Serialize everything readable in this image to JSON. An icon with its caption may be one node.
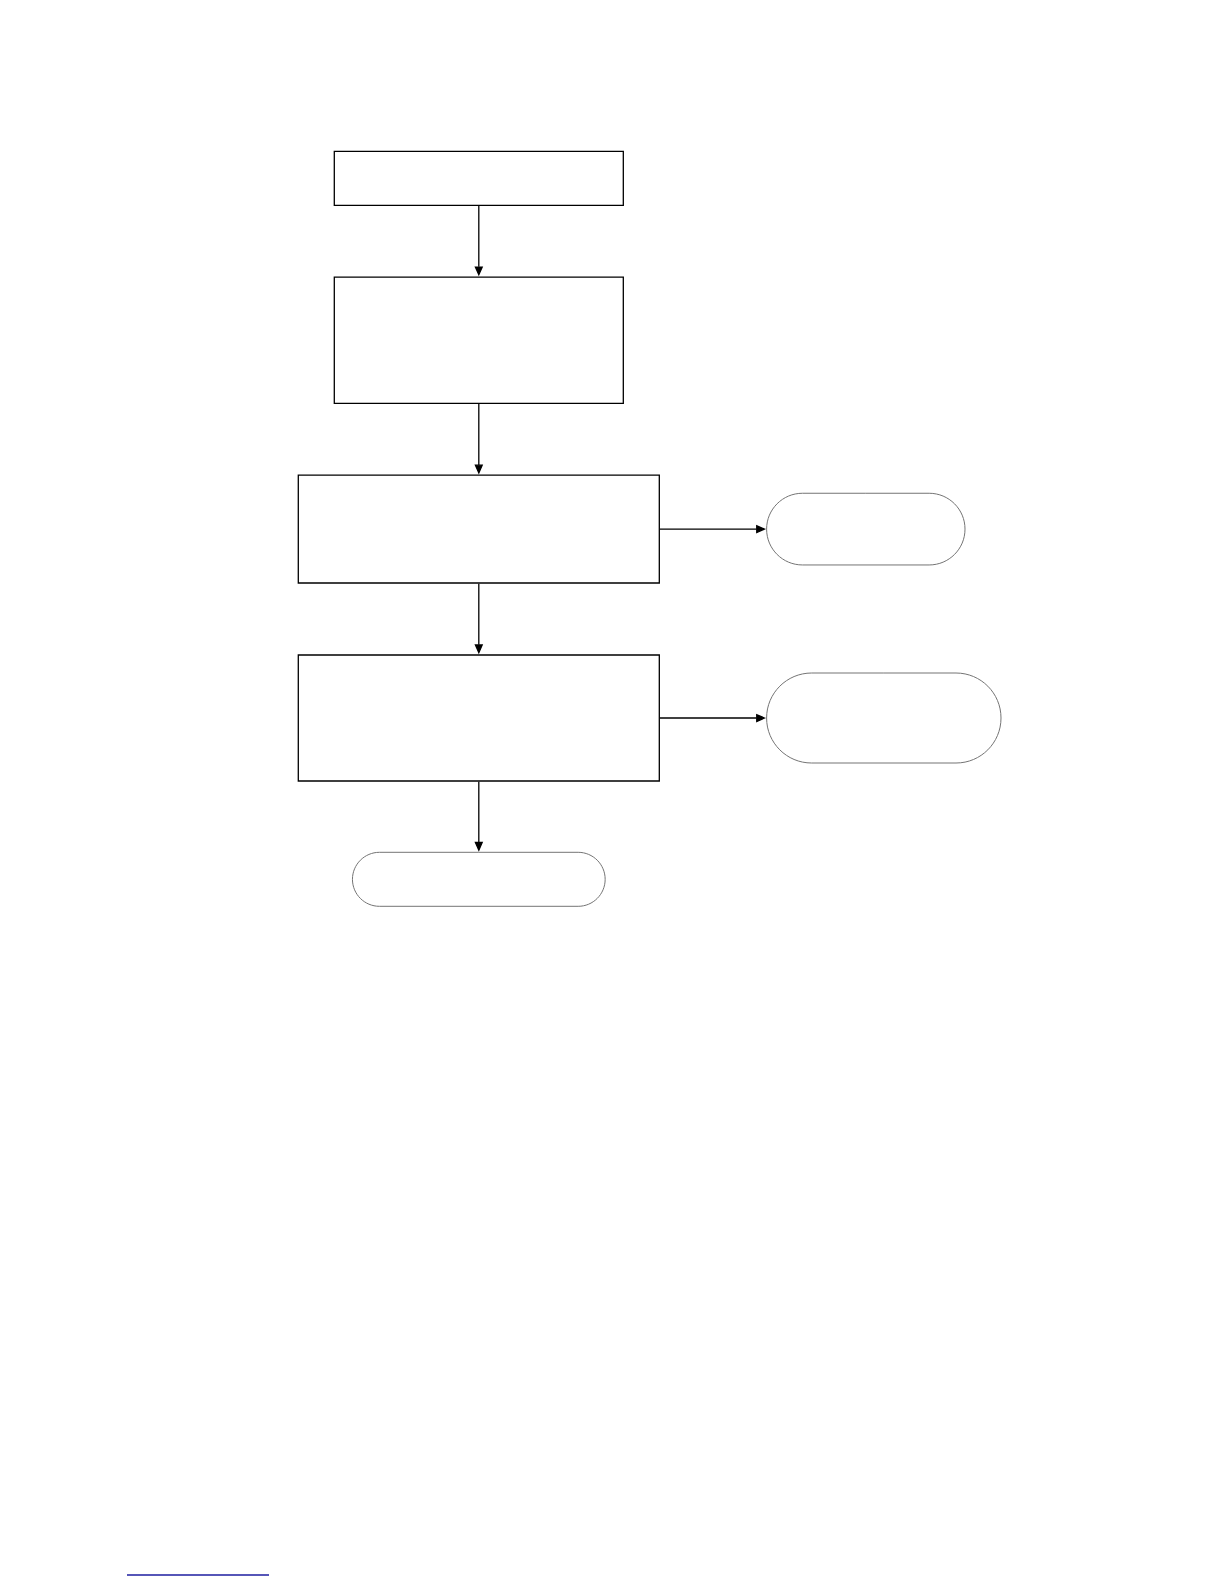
{
  "diagram": {
    "nodes": [
      {
        "text": [],
        "shape": "box"
      },
      {
        "text": [],
        "shape": "box"
      },
      {
        "text": [],
        "shape": "box"
      },
      {
        "text": [],
        "shape": "pill"
      },
      {
        "text": [],
        "shape": "box"
      },
      {
        "text": [],
        "shape": "pill"
      },
      {
        "text": [],
        "shape": "pill"
      }
    ],
    "edges": [
      {
        "from": 0,
        "to": 1,
        "arrow": "to"
      },
      {
        "from": 1,
        "to": 2,
        "arrow": "to"
      },
      {
        "from": 2,
        "to": 3,
        "arrow": "to"
      },
      {
        "from": 2,
        "to": 4,
        "arrow": "to"
      },
      {
        "from": 4,
        "to": 5,
        "arrow": "to"
      },
      {
        "from": 4,
        "to": 6,
        "arrow": "to"
      }
    ]
  }
}
